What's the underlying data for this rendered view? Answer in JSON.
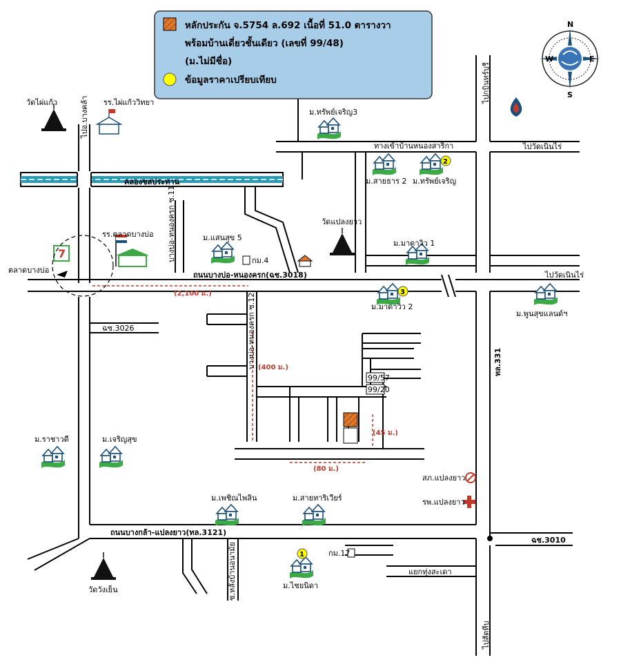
{
  "legend": {
    "item1_line1": "หลักประกัน จ.5754 ล.692 เนื้อที่ 51.0 ตารางวา",
    "item1_line2": "พร้อมบ้านเดี่ยวชั้นเดียว (เลขที่ 99/48)",
    "item1_line3": "(ม.ไม่มีชื่อ)",
    "item2": "ข้อมูลราคาเปรียบเทียบ"
  },
  "compass": {
    "n": "N",
    "s": "S",
    "e": "E",
    "w": "W"
  },
  "roads": {
    "main_road": "ถนนบางบ่อ-หนองครก(ฉช.3018)",
    "south_road": "ถนนบางกล้า-แปลงยาว(ทล.3121)",
    "chs3026": "ฉช.3026",
    "chs3010": "ฉช.3010",
    "tl331": "ทล.331",
    "soi11": "บางบ่อ-หนองครก ซ.11",
    "soi12": "บางบ่อ-หนองครก ซ.12",
    "to_bang_kla": "ไปอ.บางคล้า",
    "to_nong_sarika": "ทางเข้าบ้านหนองสาริกา",
    "to_wat_noen_rai_1": "ไปวัดเนินไร่",
    "to_wat_noen_rai_2": "ไปวัดเนินไร่",
    "to_kabin": "ไปกบินทร์บุรี",
    "to_sattahip": "ไปสัตหีบ",
    "khlong": "คลองชลประทาน",
    "soi_wang": "ซ.หลังบ้านอนามัย",
    "junction_thung": "แยกทุ่งสะเดา"
  },
  "places": {
    "wat_phai_kaeo": "วัดไผ่แก้ว",
    "school_phai_kaeo": "รร.ไผ่แก้ววิทยา",
    "school_talat": "รร.ตลาดบางบ่อ",
    "talat_bang_bo": "ตลาดบางบ่อ",
    "wat_plaeng_yao": "วัดแปลงยาว",
    "wat_wang_yen": "วัดวังเย็น",
    "km4": "กม.4",
    "km17": "กม.17",
    "police": "สภ.แปลงยาว",
    "hospital": "รพ.แปลงยาว",
    "seven": "7"
  },
  "villages": {
    "sap_charoen3": "ม.ทรัพย์เจริญ3",
    "saithan2": "ม.สายธาร 2",
    "sap_charoen": "ม.ทรัพย์เจริญ",
    "saensuk5": "ม.แสนสุข 5",
    "marada1": "ม.มาดาวิว 1",
    "marada2": "ม.มาดาวิว 2",
    "phunsuk": "ม.พูนสุขแลนด์ฯ",
    "rachawadi": "ม.ราชาวดี",
    "charoensuk": "ม.เจริญสุข",
    "pruksa_hill": "ม.เพชิณไพลิน",
    "saithan_riviera": "ม.สายทาริเวียร์",
    "chaiyanida": "ม.ไชยนิดา"
  },
  "distances": {
    "d2100": "(2,100 ม.)",
    "d400": "(400 ม.)",
    "d45": "(45 ม.)",
    "d80": "(80 ม.)"
  },
  "house_numbers": {
    "h1": "99/57",
    "h2": "99/20"
  },
  "markers": {
    "m1": "1",
    "m2": "2",
    "m3": "3"
  },
  "colors": {
    "legend_bg": "#a7cde8",
    "collateral": "#e0782c",
    "marker": "#ffff00",
    "canal": "#2a9bb5",
    "distance": "#c0392b",
    "village_green": "#3da846"
  }
}
